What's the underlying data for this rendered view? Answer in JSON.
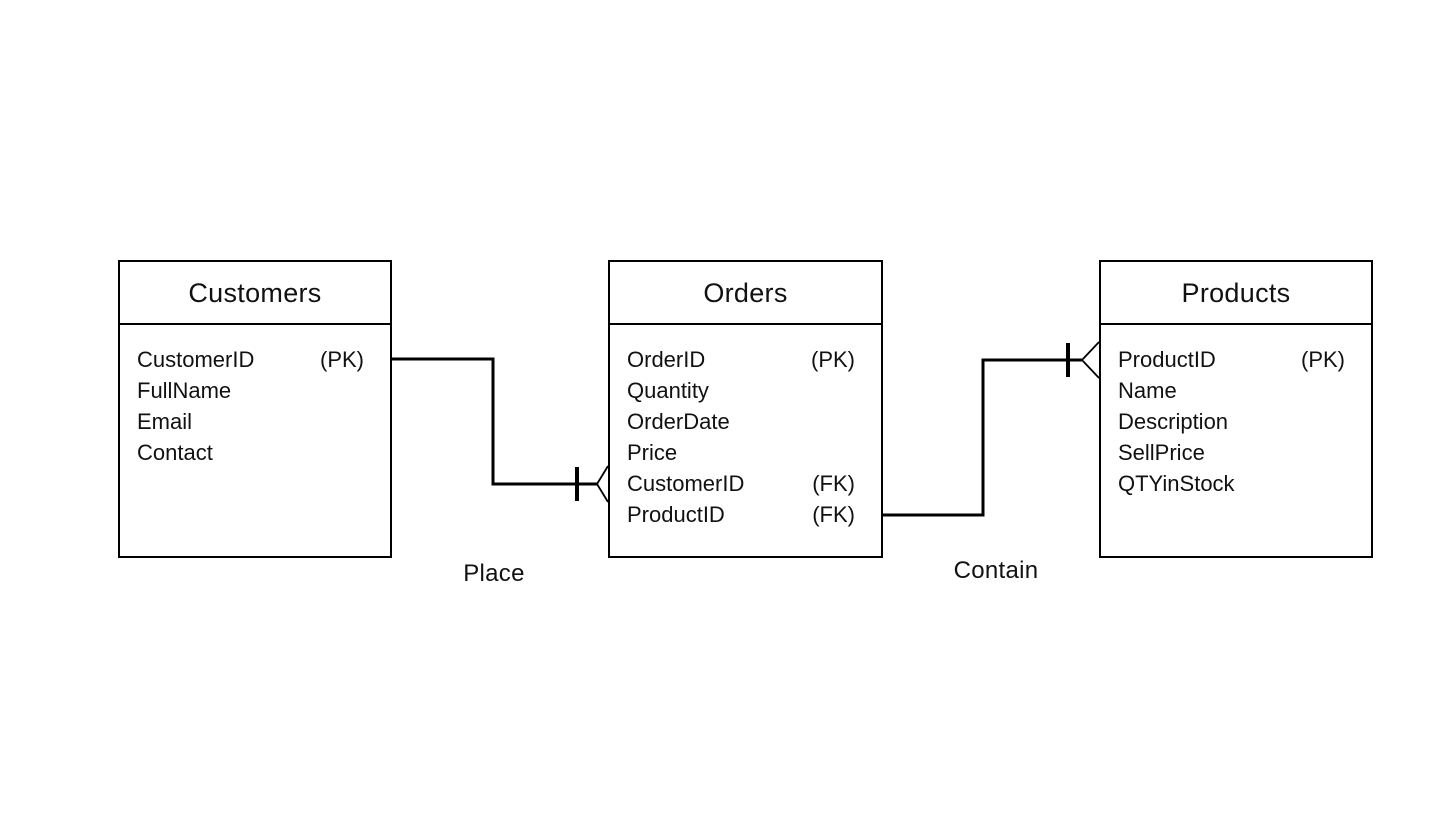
{
  "diagram": {
    "type": "entity-relationship",
    "notation": "crow-foot",
    "colors": {
      "background": "#ffffff",
      "line": "#000000",
      "text": "#111111"
    }
  },
  "entities": [
    {
      "name": "Customers",
      "attributes": [
        {
          "name": "CustomerID",
          "key": "(PK)"
        },
        {
          "name": "FullName",
          "key": ""
        },
        {
          "name": "Email",
          "key": ""
        },
        {
          "name": "Contact",
          "key": ""
        }
      ]
    },
    {
      "name": "Orders",
      "attributes": [
        {
          "name": "OrderID",
          "key": "(PK)"
        },
        {
          "name": "Quantity",
          "key": ""
        },
        {
          "name": "OrderDate",
          "key": ""
        },
        {
          "name": "Price",
          "key": ""
        },
        {
          "name": "CustomerID",
          "key": "(FK)"
        },
        {
          "name": "ProductID",
          "key": "(FK)"
        }
      ]
    },
    {
      "name": "Products",
      "attributes": [
        {
          "name": "ProductID",
          "key": "(PK)"
        },
        {
          "name": "Name",
          "key": ""
        },
        {
          "name": "Description",
          "key": ""
        },
        {
          "name": "SellPrice",
          "key": ""
        },
        {
          "name": "QTYinStock",
          "key": ""
        }
      ]
    }
  ],
  "relationships": [
    {
      "label": "Place",
      "from": "Customers",
      "to": "Orders",
      "from_marker": "none",
      "to_marker": "one-tick and crow-foot (many)",
      "cardinality": "one-to-many"
    },
    {
      "label": "Contain",
      "from": "Orders",
      "to": "Products",
      "from_marker": "none",
      "to_marker": "one-tick and crow-foot (many)",
      "cardinality": "one-to-many"
    }
  ]
}
